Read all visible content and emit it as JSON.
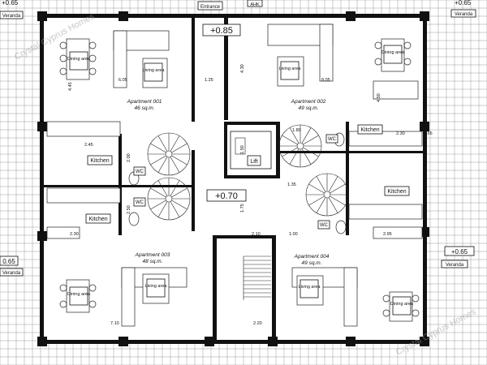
{
  "levels": {
    "tl": "+0.65",
    "center_top": "+0.85",
    "center_mid": "+0.70",
    "right_top": "+0.65",
    "right_mid": "+0.65",
    "left_mid": "0.65"
  },
  "labels": {
    "veranda": "Veranda",
    "entrance": "Entrance",
    "lift": "Lift",
    "kitchen": "Kitchen",
    "wc": "WC",
    "dining": "Dining area",
    "living": "Living area",
    "ahk": "AHK"
  },
  "apartments": [
    {
      "name": "Apartment 001",
      "area": "46 sq.m."
    },
    {
      "name": "Apartment 002",
      "area": "49 sq.m."
    },
    {
      "name": "Apartment 003",
      "area": "48 sq.m."
    },
    {
      "name": "Apartment 004",
      "area": "49 sq.m."
    }
  ],
  "dims": {
    "d605": "6.05",
    "d445": "4.45",
    "d125": "1.25",
    "d430": "4.30",
    "d805": "8.05",
    "d245": "2.45",
    "d230": "2.30",
    "d200": "2.00",
    "d150": "1.50",
    "d135": "1.35",
    "d100": "1.00",
    "d295": "2.95",
    "d250": "2.50",
    "d210": "2.10",
    "d710": "7.10",
    "d220": "2.20",
    "d175": "1.75",
    "d180": "1.80",
    "d065": "0.65",
    "d450": "4.50"
  },
  "watermark": "Crystal Cyprus Homes"
}
